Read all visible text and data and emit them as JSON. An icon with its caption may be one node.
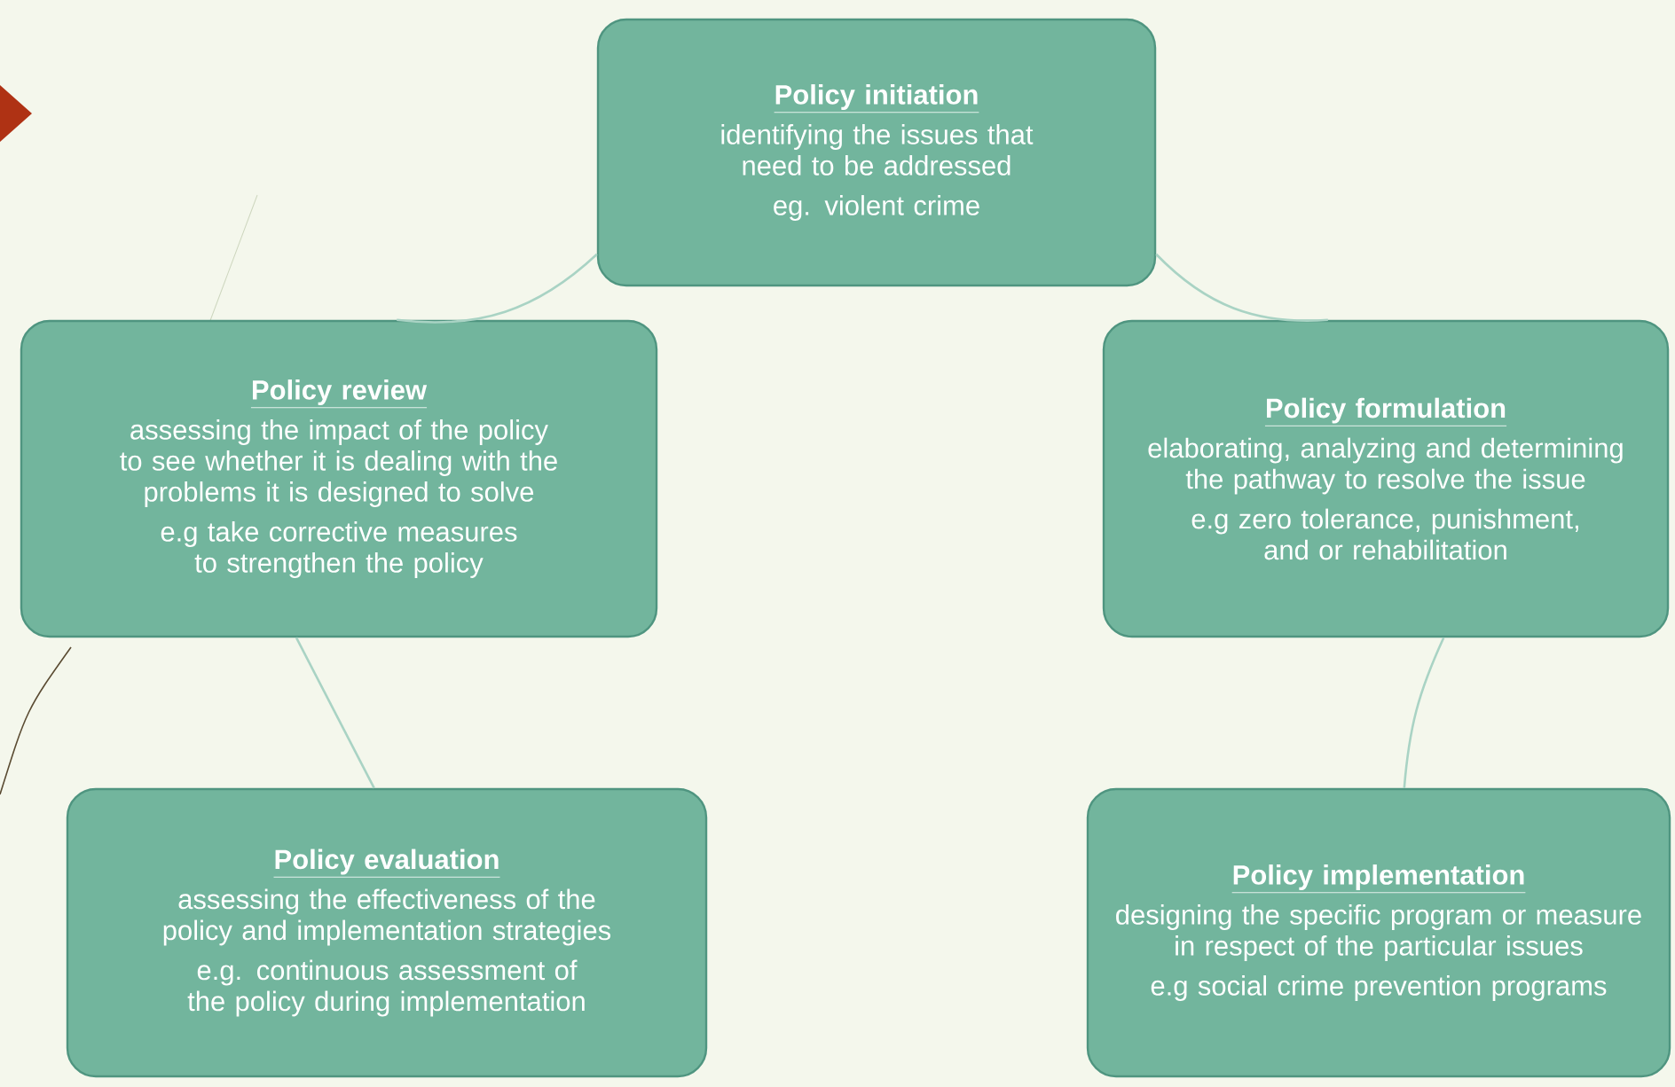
{
  "diagram": {
    "nodes": [
      {
        "text": [
          "Policy initiation",
          "identifying the issues that need to be addressed",
          "eg. violent crime"
        ]
      },
      {
        "text": [
          "Policy review",
          "assessing the impact of the policy to see whether it is dealing with the problems it is designed to solve",
          "e.g take corrective measures to strengthen the policy"
        ]
      },
      {
        "text": [
          "Policy formulation",
          "elaborating, analyzing and determining the pathway to resolve the issue",
          "e.g zero tolerance, punishment, and or rehabilitation"
        ]
      },
      {
        "text": [
          "Policy evaluation",
          "assessing the effectiveness of the policy and implementation strategies",
          "e.g. continuous assessment of the policy during implementation"
        ]
      },
      {
        "text": [
          "Policy implementation",
          "designing the specific program or measure in respect of the particular issues",
          "e.g social crime prevention programs"
        ]
      }
    ],
    "edges": [
      {
        "from": 0,
        "to": 1,
        "arrow": "none"
      },
      {
        "from": 0,
        "to": 2,
        "arrow": "none"
      },
      {
        "from": 2,
        "to": 4,
        "arrow": "none"
      },
      {
        "from": 3,
        "to": 1,
        "arrow": "none"
      }
    ]
  }
}
